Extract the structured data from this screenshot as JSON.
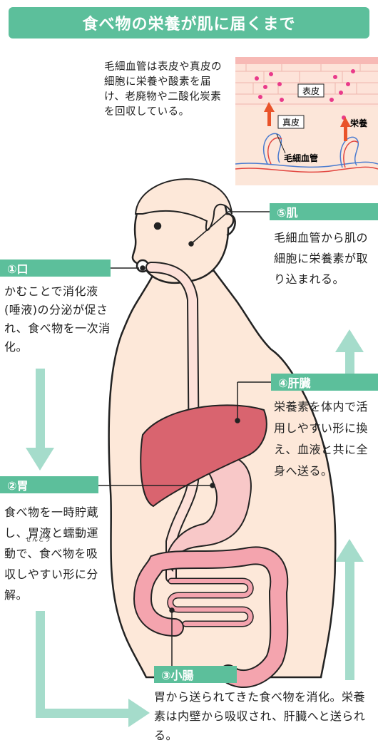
{
  "title": "食べ物の栄養が肌に届くまで",
  "inset": {
    "note": "毛細血管は表皮や真皮の細胞に栄養や酸素を届け、老廃物や二酸化炭素を回収している。",
    "epidermis_label": "表皮",
    "dermis_label": "真皮",
    "nutrition_label": "栄養",
    "capillary_label": "毛細血管"
  },
  "steps": [
    {
      "label": "①口",
      "text": "かむことで消化液(唾液)の分泌が促され、食べ物を一次消化。"
    },
    {
      "label": "②胃",
      "text": "食べ物を一時貯蔵し、胃液と蠕動運動で、食べ物を吸収しやすい形に分解。",
      "ruby": "ぜんどう"
    },
    {
      "label": "③小腸",
      "text": "胃から送られてきた食べ物を消化。栄養素は内壁から吸収され、肝臓へと送られる。"
    },
    {
      "label": "④肝臓",
      "text": "栄養素を体内で活用しやすい形に換え、血液と共に全身へ送る。"
    },
    {
      "label": "⑤肌",
      "text": "毛細血管から肌の細胞に栄養素が取り込まれる。"
    }
  ],
  "colors": {
    "accent": "#5cbf9b",
    "arrow": "#a5dccb",
    "body": "#fde8d9",
    "liver": "#d9646f",
    "intestine": "#f4a4ae",
    "stomach": "#f8c8c8"
  }
}
